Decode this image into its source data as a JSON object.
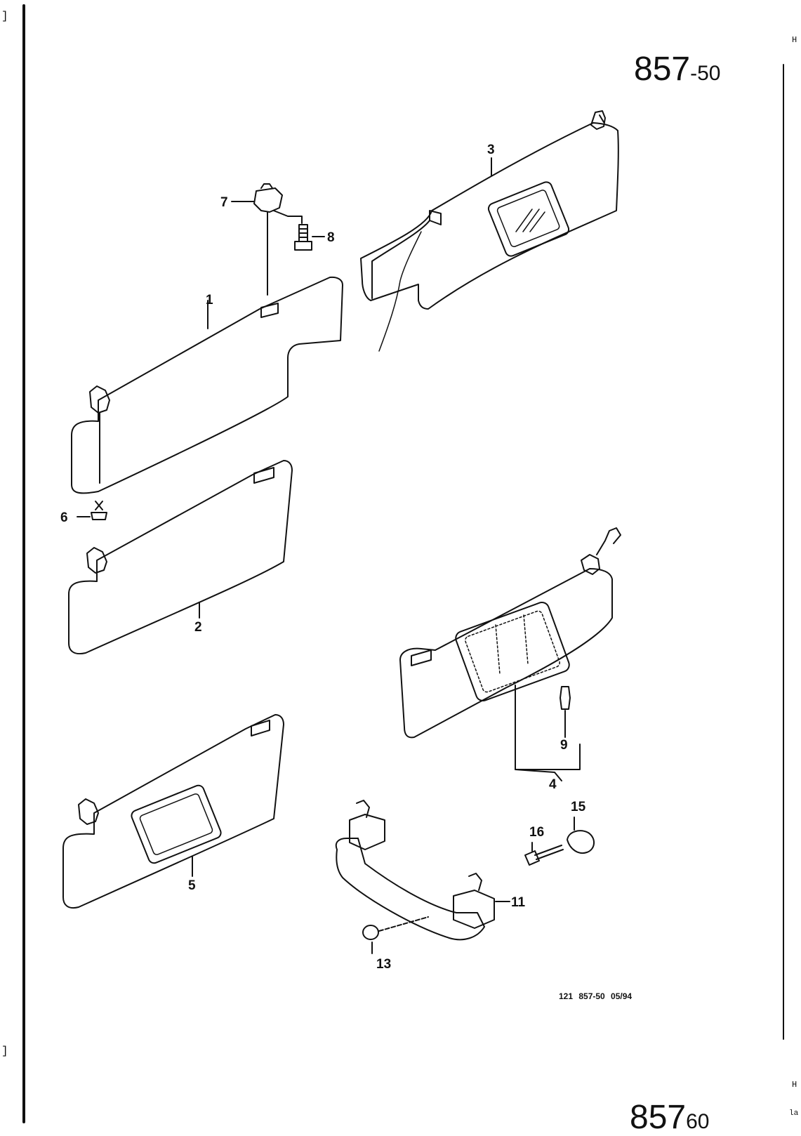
{
  "page": {
    "code_main": "857",
    "code_suffix": "-50",
    "next_code_main": "857",
    "next_code_suffix": "60",
    "reference": "121  857-50  05/94"
  },
  "callouts": [
    "1",
    "2",
    "3",
    "4",
    "5",
    "6",
    "7",
    "8",
    "9",
    "11",
    "13",
    "15",
    "16"
  ],
  "edge_marks": {
    "bracket_top": "]",
    "bracket_bottom": "]",
    "letter_1": "H",
    "letter_2": "H",
    "letter_3": "la"
  }
}
